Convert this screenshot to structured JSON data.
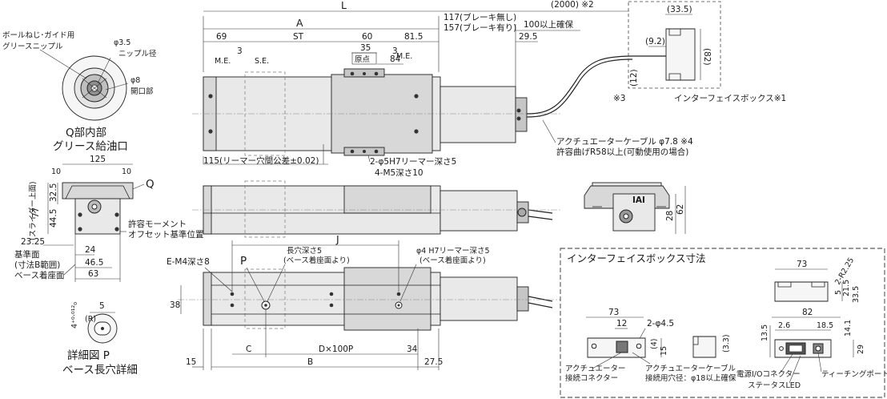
{
  "detail_q": {
    "label_ballscrew": "ボールねじ･ガイド用",
    "label_grease_nipple": "グリースニップル",
    "phi35": "φ3.5",
    "nipple_dia": "ニップル径",
    "phi8": "φ8",
    "opening": "開口部",
    "title1": "Q部内部",
    "title2": "グリース給油口"
  },
  "top_dims": {
    "L": "L",
    "A": "A",
    "d69": "69",
    "ST": "ST",
    "d60": "60",
    "d815": "81.5",
    "d35": "35",
    "genten": "原点",
    "d84": "84",
    "d3a": "3",
    "d3b": "3",
    "me_a": "M.E.",
    "se": "S.E.",
    "me_b": "M.E.",
    "brake1": "117(ブレーキ無し)",
    "brake2": "157(ブレーキ有り)",
    "secure": "100以上確保",
    "d295": "29.5",
    "d2000": "(2000) ※2",
    "d335": "(33.5)",
    "d92": "(9.2)",
    "d82": "(82)",
    "d12": "(12)",
    "note3": "※3",
    "ifbox": "インターフェイスボックス※1",
    "cable1": "アクチュエーターケーブル φ7.8 ※4",
    "cable2": "許容曲げR58以上(可動使用の場合)",
    "ream115": "115(リーマー穴間公差±0.02)",
    "ream2": "2-φ5H7リーマー深さ5",
    "m5": "4-M5深さ10"
  },
  "left_view": {
    "d125": "125",
    "d10a": "10",
    "d10b": "10",
    "Q": "Q",
    "d325": "32.5",
    "d77": "77",
    "slider_top": "(スライダー上面)",
    "d445": "44.5",
    "moment1": "許容モーメント",
    "moment2": "オフセット基準位置",
    "d2325": "23.25",
    "d24": "24",
    "d465": "46.5",
    "d63": "63",
    "ref1": "基準面",
    "ref2": "(寸法B範囲)",
    "base_mount": "ベース着座面"
  },
  "detail_p": {
    "tol": "4⁺⁰·⁰¹²₀",
    "d5": "5",
    "r": "(R)",
    "title1": "詳細図 P",
    "title2": "ベース長穴詳細"
  },
  "bottom_view": {
    "em4": "E-M4深さ8",
    "P": "P",
    "long_hole1": "長穴深さ5",
    "long_hole2": "(ベース着座面より)",
    "J": "J",
    "phi4_1": "φ4 H7リーマー深さ5",
    "phi4_2": "(ベース着座面より)",
    "d38": "38",
    "C": "C",
    "dx100": "D×100P",
    "d34": "34",
    "d15": "15",
    "B": "B",
    "d275": "27.5"
  },
  "end_view": {
    "d28": "28",
    "d62": "62",
    "iai": "IAI"
  },
  "if_box": {
    "title": "インターフェイスボックス寸法",
    "d73a": "73",
    "d225": "2-R2.25",
    "d5": "5",
    "d215": "21.5",
    "d335": "33.5",
    "d82": "82",
    "d73b": "73",
    "d12": "12",
    "d2phi45": "2-φ4.5",
    "d4": "(4)",
    "d15": "15",
    "d33": "(3.3)",
    "d135": "13.5",
    "d26": "2.6",
    "d185": "18.5",
    "d141": "14.1",
    "d29": "29",
    "act_conn1": "アクチュエーター",
    "act_conn2": "接続コネクター",
    "act_cable1": "アクチュエーターケーブル",
    "act_cable2": "接続用穴径：φ18以上確保",
    "power": "電源I/Oコネクター",
    "teach": "ティーチングポート",
    "status": "ステータスLED"
  }
}
